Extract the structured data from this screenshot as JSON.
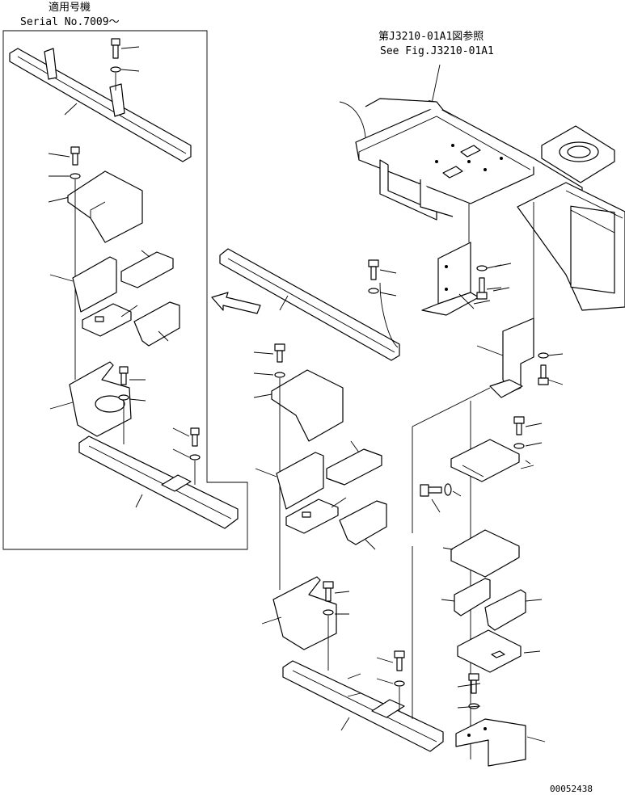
{
  "header": {
    "applicable_model_label": "適用号機",
    "serial_range": "Serial No.7009～"
  },
  "reference": {
    "line_jp": "第J3210-01A1図参照",
    "line_en": "See Fig.J3210-01A1"
  },
  "footer": {
    "drawing_number": "00052438"
  }
}
